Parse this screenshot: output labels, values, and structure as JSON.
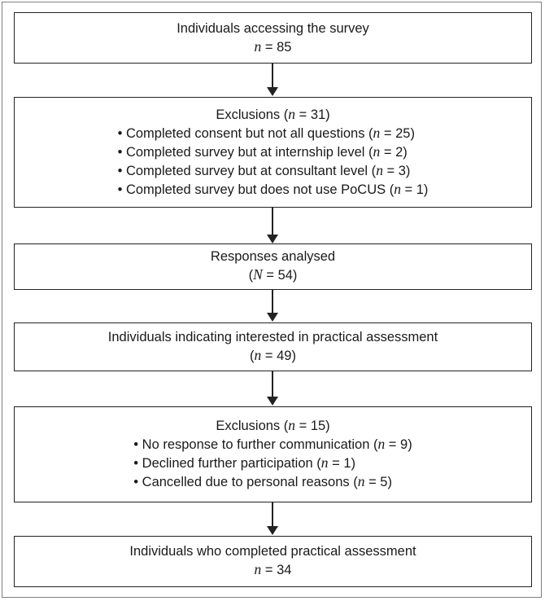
{
  "boxes": [
    {
      "title": "Individuals accessing the survey",
      "count": {
        "var": "n",
        "text": " = 85"
      }
    },
    {
      "title": "Exclusions (",
      "title_var": "n",
      "title_tail": " = 31)",
      "items": [
        {
          "pre": "Completed consent but not all questions (",
          "var": "n",
          "post": " = 25)"
        },
        {
          "pre": "Completed survey but at internship level (",
          "var": "n",
          "post": " = 2)"
        },
        {
          "pre": "Completed survey but at consultant level (",
          "var": "n",
          "post": " = 3)"
        },
        {
          "pre": "Completed survey but does not use PoCUS (",
          "var": "n",
          "post": " = 1)"
        }
      ]
    },
    {
      "title": "Responses analysed",
      "count": {
        "pre": "(",
        "var": "N",
        "text": " = 54)"
      }
    },
    {
      "title": "Individuals indicating interested in practical assessment",
      "count": {
        "pre": "(",
        "var": "n",
        "text": " = 49)"
      }
    },
    {
      "title": "Exclusions (",
      "title_var": "n",
      "title_tail": " = 15)",
      "items": [
        {
          "pre": "No response to further communication (",
          "var": "n",
          "post": " = 9)"
        },
        {
          "pre": "Declined further participation (",
          "var": "n",
          "post": " = 1)"
        },
        {
          "pre": "Cancelled due to personal reasons (",
          "var": "n",
          "post": " = 5)"
        }
      ]
    },
    {
      "title": "Individuals who completed practical assessment",
      "count": {
        "var": "n",
        "text": " = 34"
      }
    }
  ]
}
